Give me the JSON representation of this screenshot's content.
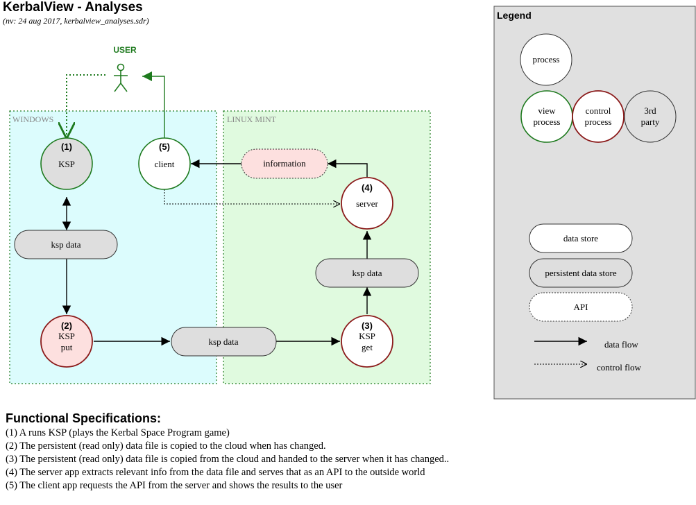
{
  "header": {
    "title": "KerbalView - Analyses",
    "subtitle": "(nv: 24 aug 2017, kerbalview_analyses.sdr)"
  },
  "regions": {
    "windows": "WINDOWS",
    "linux": "LINUX MINT"
  },
  "actors": {
    "user": "USER"
  },
  "nodes": {
    "ksp": {
      "num": "(1)",
      "label": "KSP"
    },
    "client": {
      "num": "(5)",
      "label": "client"
    },
    "information": {
      "label": "information"
    },
    "server": {
      "num": "(4)",
      "label": "server"
    },
    "ksp_put": {
      "num": "(2)",
      "line1": "KSP",
      "line2": "put"
    },
    "ksp_get": {
      "num": "(3)",
      "line1": "KSP",
      "line2": "get"
    },
    "ksp_data_left": {
      "label": "ksp data"
    },
    "ksp_data_mid": {
      "label": "ksp data"
    },
    "ksp_data_right": {
      "label": "ksp data"
    }
  },
  "legend": {
    "title": "Legend",
    "process": "process",
    "view_process": {
      "line1": "view",
      "line2": "process"
    },
    "control_process": {
      "line1": "control",
      "line2": "process"
    },
    "third_party": {
      "line1": "3rd",
      "line2": "party"
    },
    "data_store": "data store",
    "persistent_data_store": "persistent data store",
    "api": "API",
    "data_flow": "data flow",
    "control_flow": "control flow"
  },
  "specs": {
    "title": "Functional Specifications:",
    "items": [
      "(1) A runs KSP (plays the Kerbal Space Program game)",
      "(2) The persistent (read only) data file is copied to the cloud when has changed.",
      "(3) The persistent (read only)  data file is copied from the cloud and handed to the server when it has changed..",
      "(4) The server app extracts relevant info from the data file and serves that  as an API to the outside world",
      "(5) The client app requests the API from the server and shows the results to the user"
    ]
  },
  "colors": {
    "windows_bg": "#dcfcfd",
    "linux_bg": "#e0fadf",
    "view_border": "#1e7a1e",
    "control_border": "#8b1a1a",
    "neutral_border": "#333333",
    "persistent_fill": "#dedede",
    "api_fill": "#fde0df",
    "control_fill": "#fde0df",
    "legend_bg": "#e0e0e0",
    "user_green": "#1e7a1e"
  }
}
